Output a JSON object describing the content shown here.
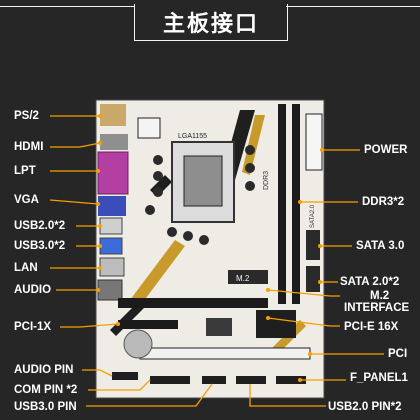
{
  "header": {
    "title": "主板接口"
  },
  "colors": {
    "background": "#262626",
    "line": "#f5a000",
    "text": "#ffffff"
  },
  "left_labels": [
    {
      "id": "ps2",
      "text": "PS/2"
    },
    {
      "id": "hdmi",
      "text": "HDMI"
    },
    {
      "id": "lpt",
      "text": "LPT"
    },
    {
      "id": "vga",
      "text": "VGA"
    },
    {
      "id": "usb20",
      "text": "USB2.0*2"
    },
    {
      "id": "usb30",
      "text": "USB3.0*2"
    },
    {
      "id": "lan",
      "text": "LAN"
    },
    {
      "id": "audio",
      "text": "AUDIO"
    },
    {
      "id": "pci1x",
      "text": "PCI-1X"
    },
    {
      "id": "audiopin",
      "text": "AUDIO PIN"
    },
    {
      "id": "compin",
      "text": "COM PIN *2"
    },
    {
      "id": "usb30pin",
      "text": "USB3.0 PIN"
    }
  ],
  "right_labels": [
    {
      "id": "power",
      "text": "POWER"
    },
    {
      "id": "ddr3",
      "text": "DDR3*2"
    },
    {
      "id": "sata30",
      "text": "SATA 3.0"
    },
    {
      "id": "sata20",
      "text": "SATA 2.0*2"
    },
    {
      "id": "m2",
      "text": "M.2"
    },
    {
      "id": "m2b",
      "text": "INTERFACE"
    },
    {
      "id": "pcie16",
      "text": "PCI-E 16X"
    },
    {
      "id": "pci",
      "text": "PCI"
    },
    {
      "id": "fpanel",
      "text": "F_PANEL1"
    },
    {
      "id": "usb20pin",
      "text": "USB2.0  PIN*2"
    }
  ],
  "board_marks": {
    "socket": "LGA1155",
    "ddr": "DDR3",
    "m2": "M.2",
    "sata": "SATA2.0"
  }
}
